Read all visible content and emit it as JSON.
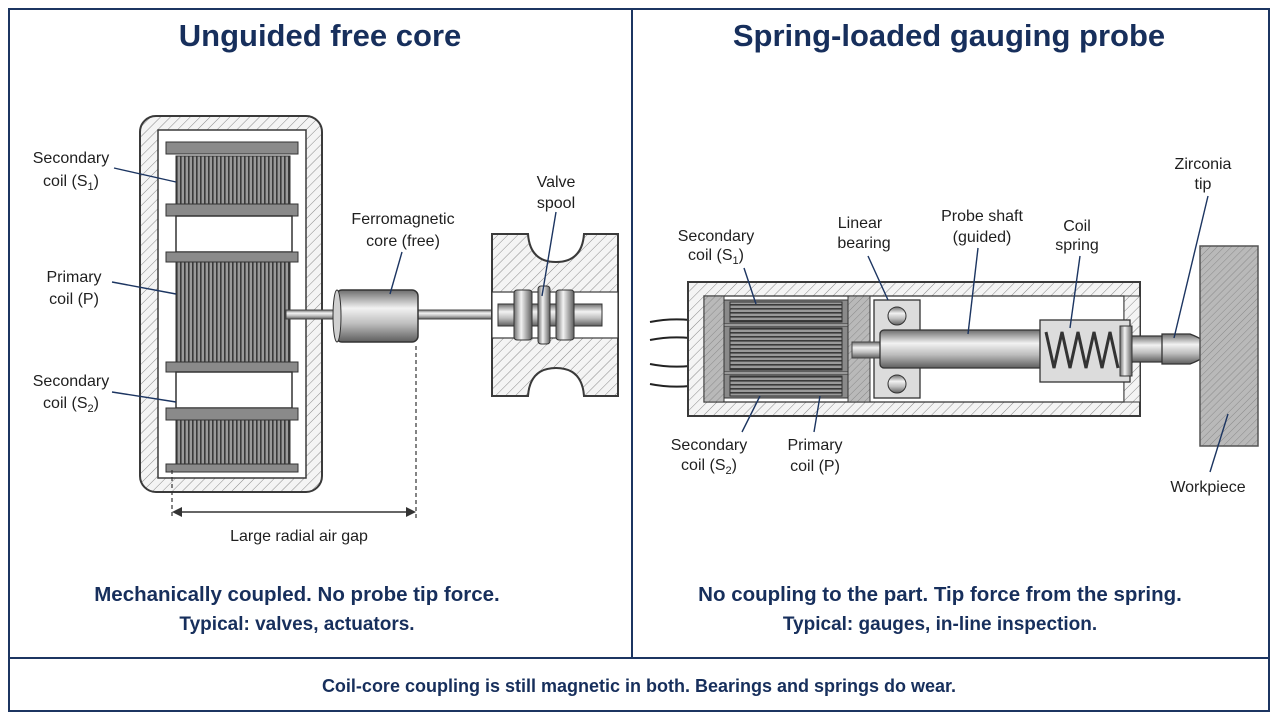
{
  "left_panel": {
    "title": "Unguided free core",
    "labels": {
      "secondary_coil_s1_line1": "Secondary",
      "secondary_coil_s1_line2": "coil (S",
      "s1_sub": "1",
      "primary_coil_line1": "Primary",
      "primary_coil_line2": "coil (P)",
      "secondary_coil_s2_line1": "Secondary",
      "secondary_coil_s2_line2": "coil (S",
      "s2_sub": "2",
      "ferromagnetic_core_line1": "Ferromagnetic",
      "ferromagnetic_core_line2": "core (free)",
      "valve_spool_line1": "Valve",
      "valve_spool_line2": "spool",
      "air_gap": "Large radial air gap"
    },
    "caption_line1": "Mechanically coupled.  No probe tip force.",
    "caption_line2": "Typical: valves, actuators."
  },
  "right_panel": {
    "title": "Spring-loaded gauging probe",
    "labels": {
      "secondary_coil_s1_line1": "Secondary",
      "secondary_coil_s1_line2": "coil (S",
      "s1_sub": "1",
      "linear_bearing_line1": "Linear",
      "linear_bearing_line2": "bearing",
      "probe_shaft_line1": "Probe shaft",
      "probe_shaft_line2": "(guided)",
      "coil_spring_line1": "Coil",
      "coil_spring_line2": "spring",
      "zirconia_tip_line1": "Zirconia",
      "zirconia_tip_line2": "tip",
      "secondary_coil_s2_line1": "Secondary",
      "secondary_coil_s2_line2": "coil (S",
      "s2_sub": "2",
      "primary_coil_line1": "Primary",
      "primary_coil_line2": "coil (P)",
      "workpiece": "Workpiece"
    },
    "caption_line1": "No coupling to the part. Tip force from the spring.",
    "caption_line2": "Typical: gauges, in-line inspection."
  },
  "footer": "Coil-core coupling is still magnetic in both. Bearings and springs do wear.",
  "colors": {
    "accent": "#172f5c",
    "frame": "#1c3561"
  }
}
